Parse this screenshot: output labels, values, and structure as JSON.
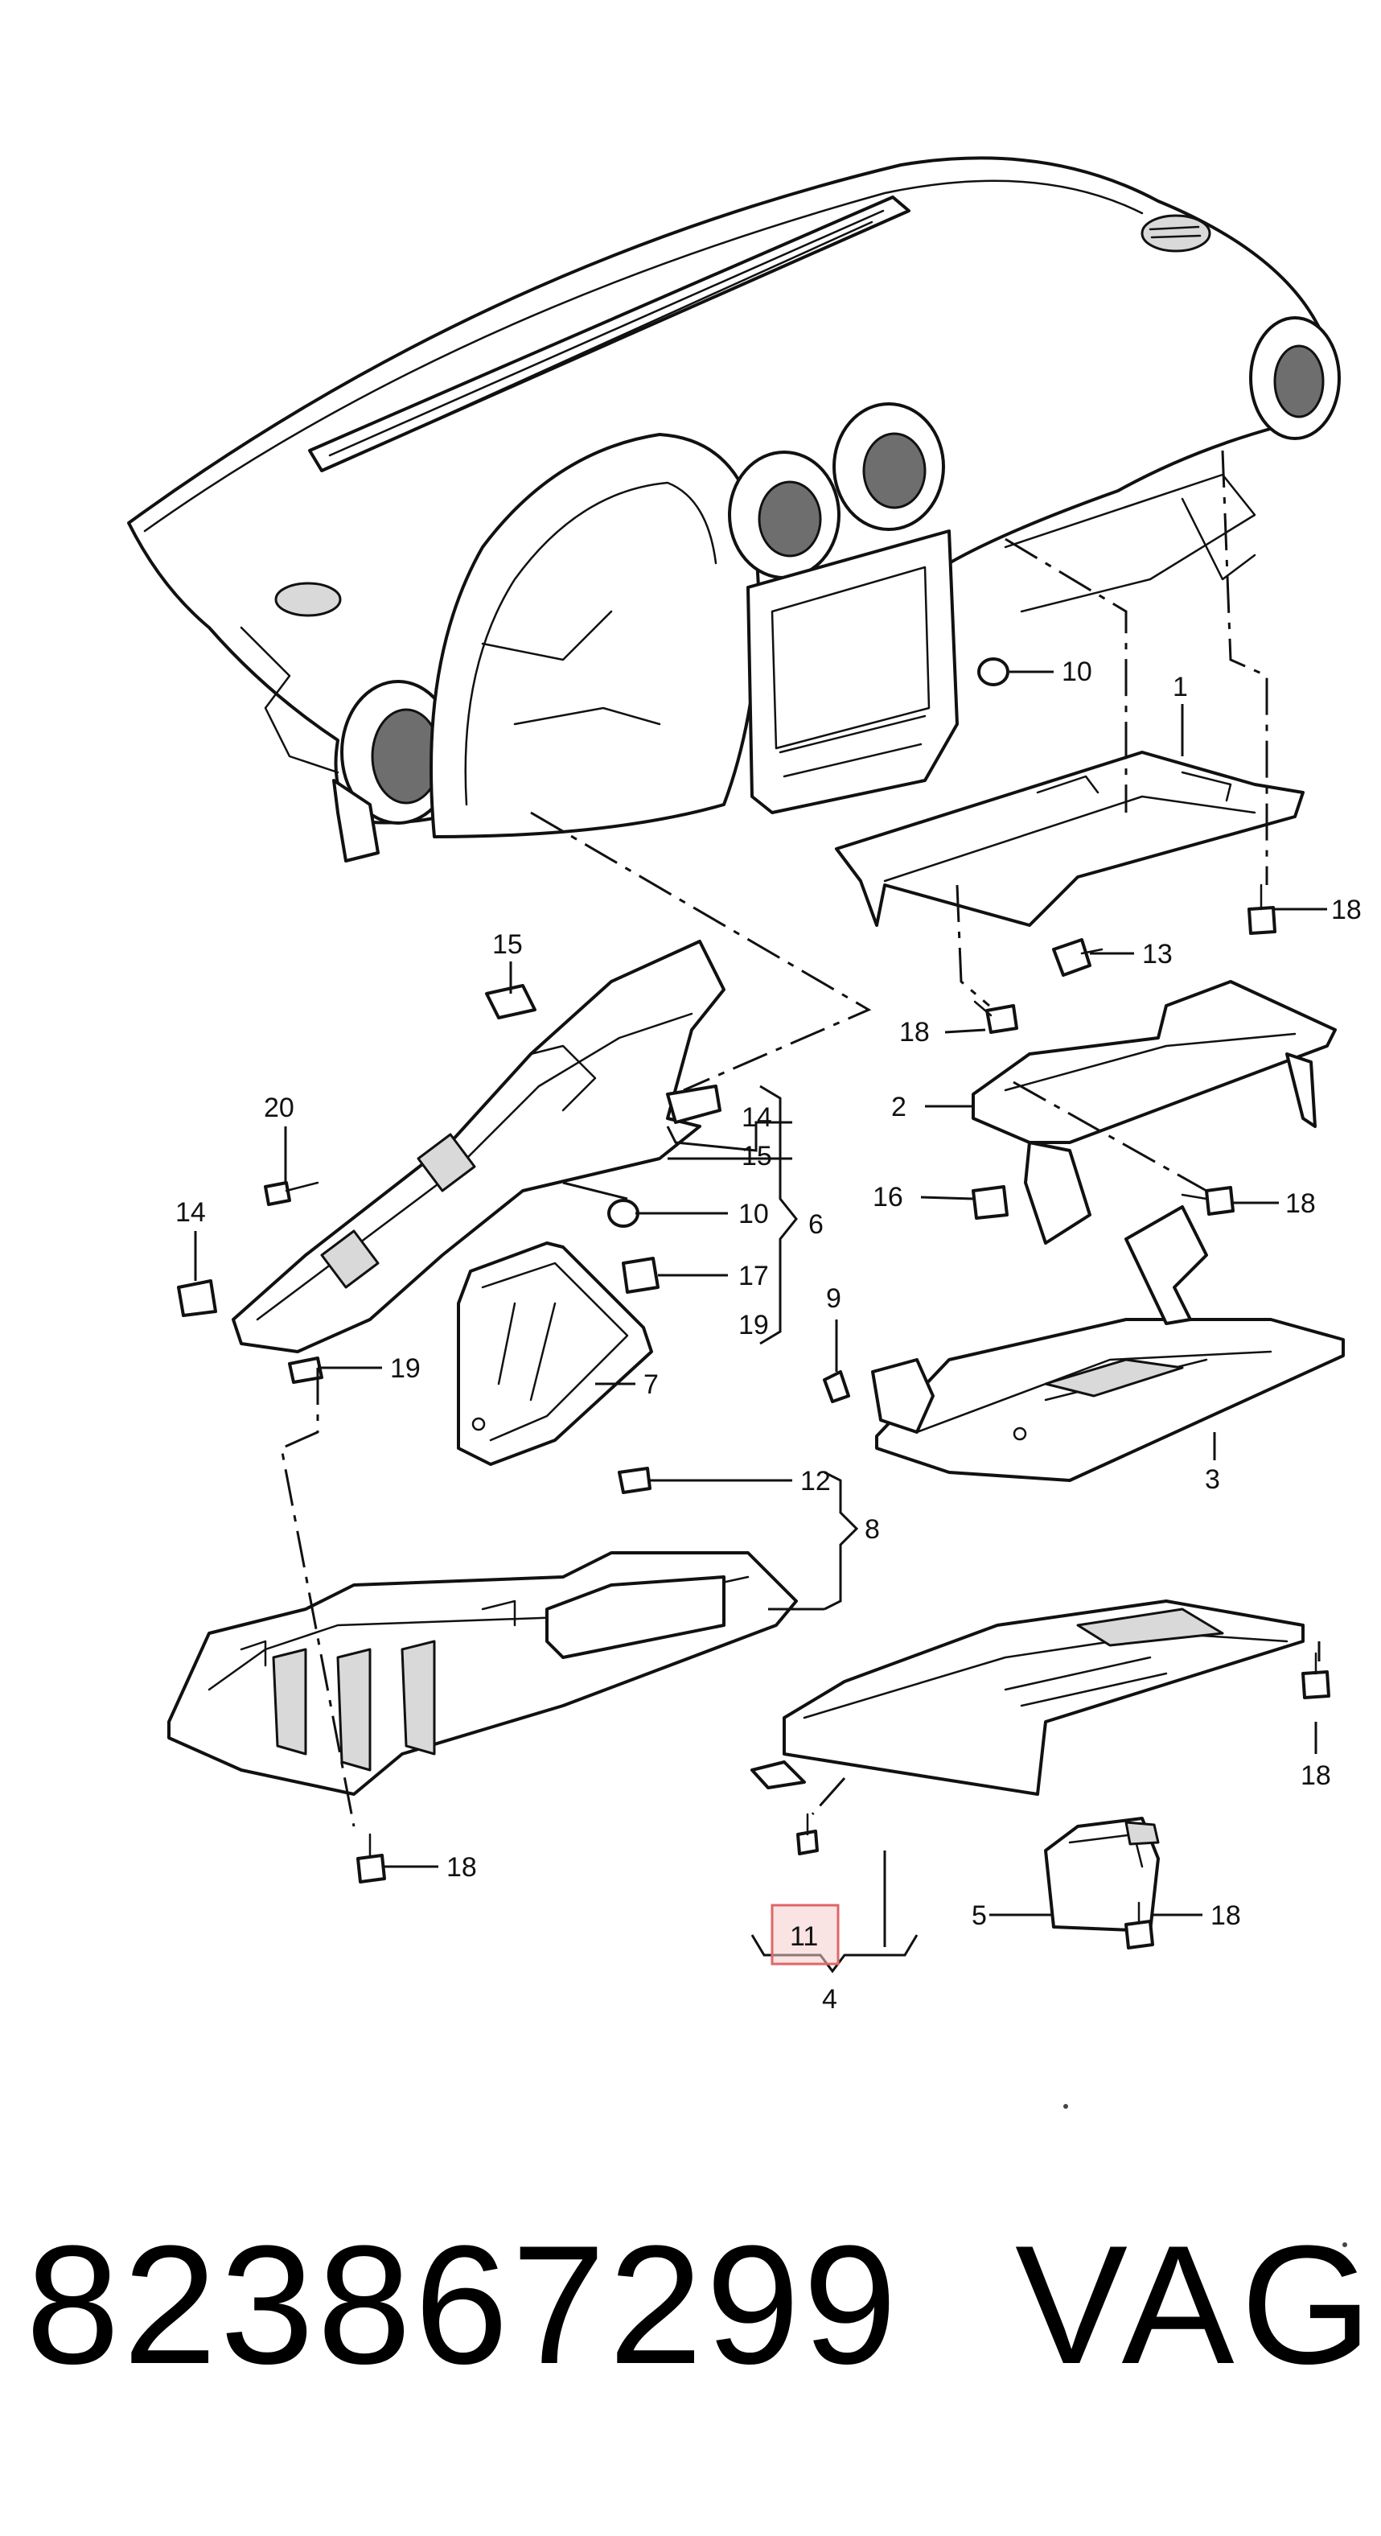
{
  "part_number": "823867299",
  "brand": "VAG",
  "highlighted_callout": "11",
  "callouts": {
    "c1": "1",
    "c2": "2",
    "c3": "3",
    "c4": "4",
    "c5": "5",
    "c6": "6",
    "c7": "7",
    "c8": "8",
    "c9": "9",
    "c10a": "10",
    "c10b": "10",
    "c11": "11",
    "c12": "12",
    "c13": "13",
    "c14a": "14",
    "c14b": "14",
    "c15a": "15",
    "c15b": "15",
    "c16": "16",
    "c17": "17",
    "c18a": "18",
    "c18b": "18",
    "c18c": "18",
    "c18d": "18",
    "c18e": "18",
    "c18f": "18",
    "c19a": "19",
    "c19b": "19",
    "c20": "20"
  },
  "colors": {
    "line": "#111111",
    "highlight_fill": "#f4cccc",
    "highlight_stroke": "#e06666"
  }
}
